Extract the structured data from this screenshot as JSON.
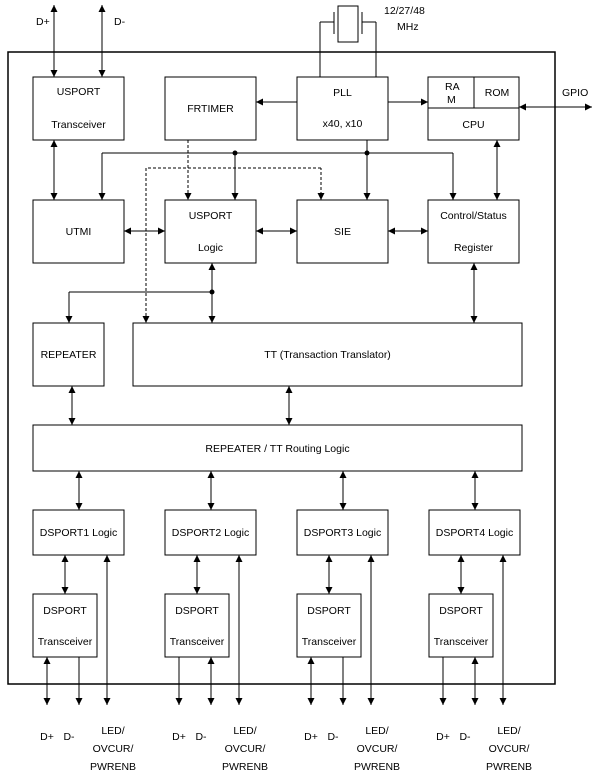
{
  "crystal": {
    "freq": "12/27/48",
    "unit": "MHz"
  },
  "upstream": {
    "dplus": "D+",
    "dminus": "D-"
  },
  "blocks": {
    "usport_transceiver": {
      "line1": "USPORT",
      "line2": "Transceiver"
    },
    "frtimer": {
      "label": "FRTIMER"
    },
    "pll": {
      "line1": "PLL",
      "line2": "x40, x10"
    },
    "cpu": {
      "ram1": "RA",
      "ram2": "M",
      "rom": "ROM",
      "label": "CPU"
    },
    "gpio": "GPIO",
    "utmi": {
      "label": "UTMI"
    },
    "usport_logic": {
      "line1": "USPORT",
      "line2": "Logic"
    },
    "sie": {
      "label": "SIE"
    },
    "control_status": {
      "line1": "Control/Status",
      "line2": "Register"
    },
    "repeater": {
      "label": "REPEATER"
    },
    "tt": {
      "label": "TT (Transaction Translator)"
    },
    "routing": {
      "label": "REPEATER / TT Routing Logic"
    }
  },
  "dsports": [
    {
      "logic": "DSPORT1 Logic",
      "t1": "DSPORT",
      "t2": "Transceiver",
      "dplus": "D+",
      "dminus": "D-",
      "led1": "LED/",
      "led2": "OVCUR/",
      "led3": "PWRENB"
    },
    {
      "logic": "DSPORT2 Logic",
      "t1": "DSPORT",
      "t2": "Transceiver",
      "dplus": "D+",
      "dminus": "D-",
      "led1": "LED/",
      "led2": "OVCUR/",
      "led3": "PWRENB"
    },
    {
      "logic": "DSPORT3 Logic",
      "t1": "DSPORT",
      "t2": "Transceiver",
      "dplus": "D+",
      "dminus": "D-",
      "led1": "LED/",
      "led2": "OVCUR/",
      "led3": "PWRENB"
    },
    {
      "logic": "DSPORT4 Logic",
      "t1": "DSPORT",
      "t2": "Transceiver",
      "dplus": "D+",
      "dminus": "D-",
      "led1": "LED/",
      "led2": "OVCUR/",
      "led3": "PWRENB"
    }
  ]
}
